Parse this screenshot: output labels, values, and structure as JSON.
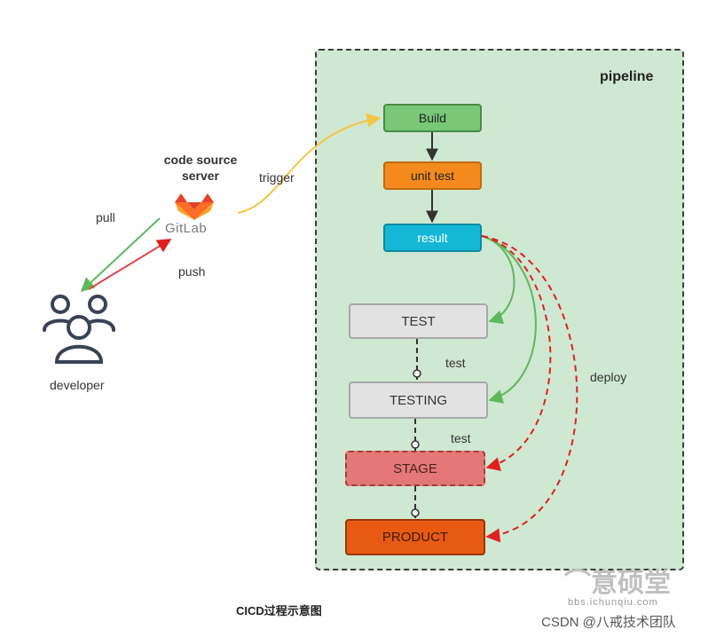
{
  "pipeline": {
    "title": "pipeline",
    "nodes": {
      "build": "Build",
      "unit_test": "unit test",
      "result": "result",
      "test": "TEST",
      "testing": "TESTING",
      "stage": "STAGE",
      "product": "PRODUCT"
    }
  },
  "source_server": {
    "label": "code source server",
    "logo_text": "GitLab",
    "logo_icon": "gitlab-fox-icon"
  },
  "edges": {
    "trigger": "trigger",
    "pull": "pull",
    "push": "push",
    "test_1": "test",
    "test_2": "test",
    "deploy": "deploy"
  },
  "developer": {
    "label": "developer",
    "icon": "users-group-icon"
  },
  "caption": "CICD过程示意图",
  "watermark": {
    "logo": "⌒意硕堂",
    "url": "bbs.ichunqiu.com",
    "csdn": "CSDN @八戒技术团队"
  },
  "colors": {
    "pipeline_bg": "#cfe8d2",
    "build": "#78c878",
    "unit_test": "#f48a1e",
    "result": "#14b8d6",
    "test": "#e2e2e2",
    "testing": "#e2e2e2",
    "stage": "#e47878",
    "product": "#e85a12",
    "trigger_line": "#f5c542",
    "pull_line": "#5cb85c",
    "push_line": "#e04848",
    "deploy_dashed": "#e02020",
    "result_branch": "#5cb85c"
  }
}
